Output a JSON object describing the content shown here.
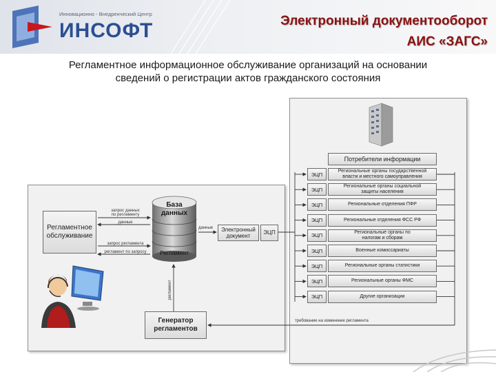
{
  "header": {
    "logo_small": "Инновационно - Внедренческий Центр",
    "logo_big": "ИНСОФТ",
    "title_line1": "Электронный документооборот",
    "title_line2": "АИС «ЗАГС»"
  },
  "subtitle": {
    "line1": "Регламентное информационное обслуживание организаций на основании",
    "line2": "сведений о регистрации актов гражданского состояния"
  },
  "diagram": {
    "reglament_service": "Регламентное обслуживание",
    "database_line1": "База",
    "database_line2": "данных",
    "reglament_label": "Регламент",
    "edoc_line1": "Электронный",
    "edoc_line2": "документ",
    "ecp": "ЭЦП",
    "generator_line1": "Генератор",
    "generator_line2": "регламентов",
    "arrow_request_data_1": "запрос данных",
    "arrow_request_data_2": "по регламенту",
    "arrow_data": "данные",
    "arrow_request_reglament": "запрос регламента",
    "arrow_reglament_on_request": "регламент по запросу",
    "arrow_data_right": "данные",
    "arrow_reglament_vertical": "регламент",
    "arrow_change_request": "требование на изменение регламента",
    "consumers_header": "Потребители информации",
    "consumers": [
      {
        "ecp": "ЭЦП",
        "line1": "Региональные органы государственной",
        "line2": "власти и местного самоуправления"
      },
      {
        "ecp": "ЭЦП",
        "line1": "Региональные органы социальной",
        "line2": "защиты населения"
      },
      {
        "ecp": "ЭЦП",
        "line1": "Региональные отделения ПФР",
        "line2": ""
      },
      {
        "ecp": "ЭЦП",
        "line1": "Региональные отделения ФСС РФ",
        "line2": ""
      },
      {
        "ecp": "ЭЦП",
        "line1": "Региональные органы по",
        "line2": "налогам и сборам"
      },
      {
        "ecp": "ЭЦП",
        "line1": "Военные комиссариаты",
        "line2": ""
      },
      {
        "ecp": "ЭЦП",
        "line1": "Региональные органы статистики",
        "line2": ""
      },
      {
        "ecp": "ЭЦП",
        "line1": "Региональные органы ФМС",
        "line2": ""
      },
      {
        "ecp": "ЭЦП",
        "line1": "Другие организации",
        "line2": ""
      }
    ]
  },
  "colors": {
    "title": "#8a1212",
    "logo": "#2b4f93",
    "arrow": "#333333"
  }
}
